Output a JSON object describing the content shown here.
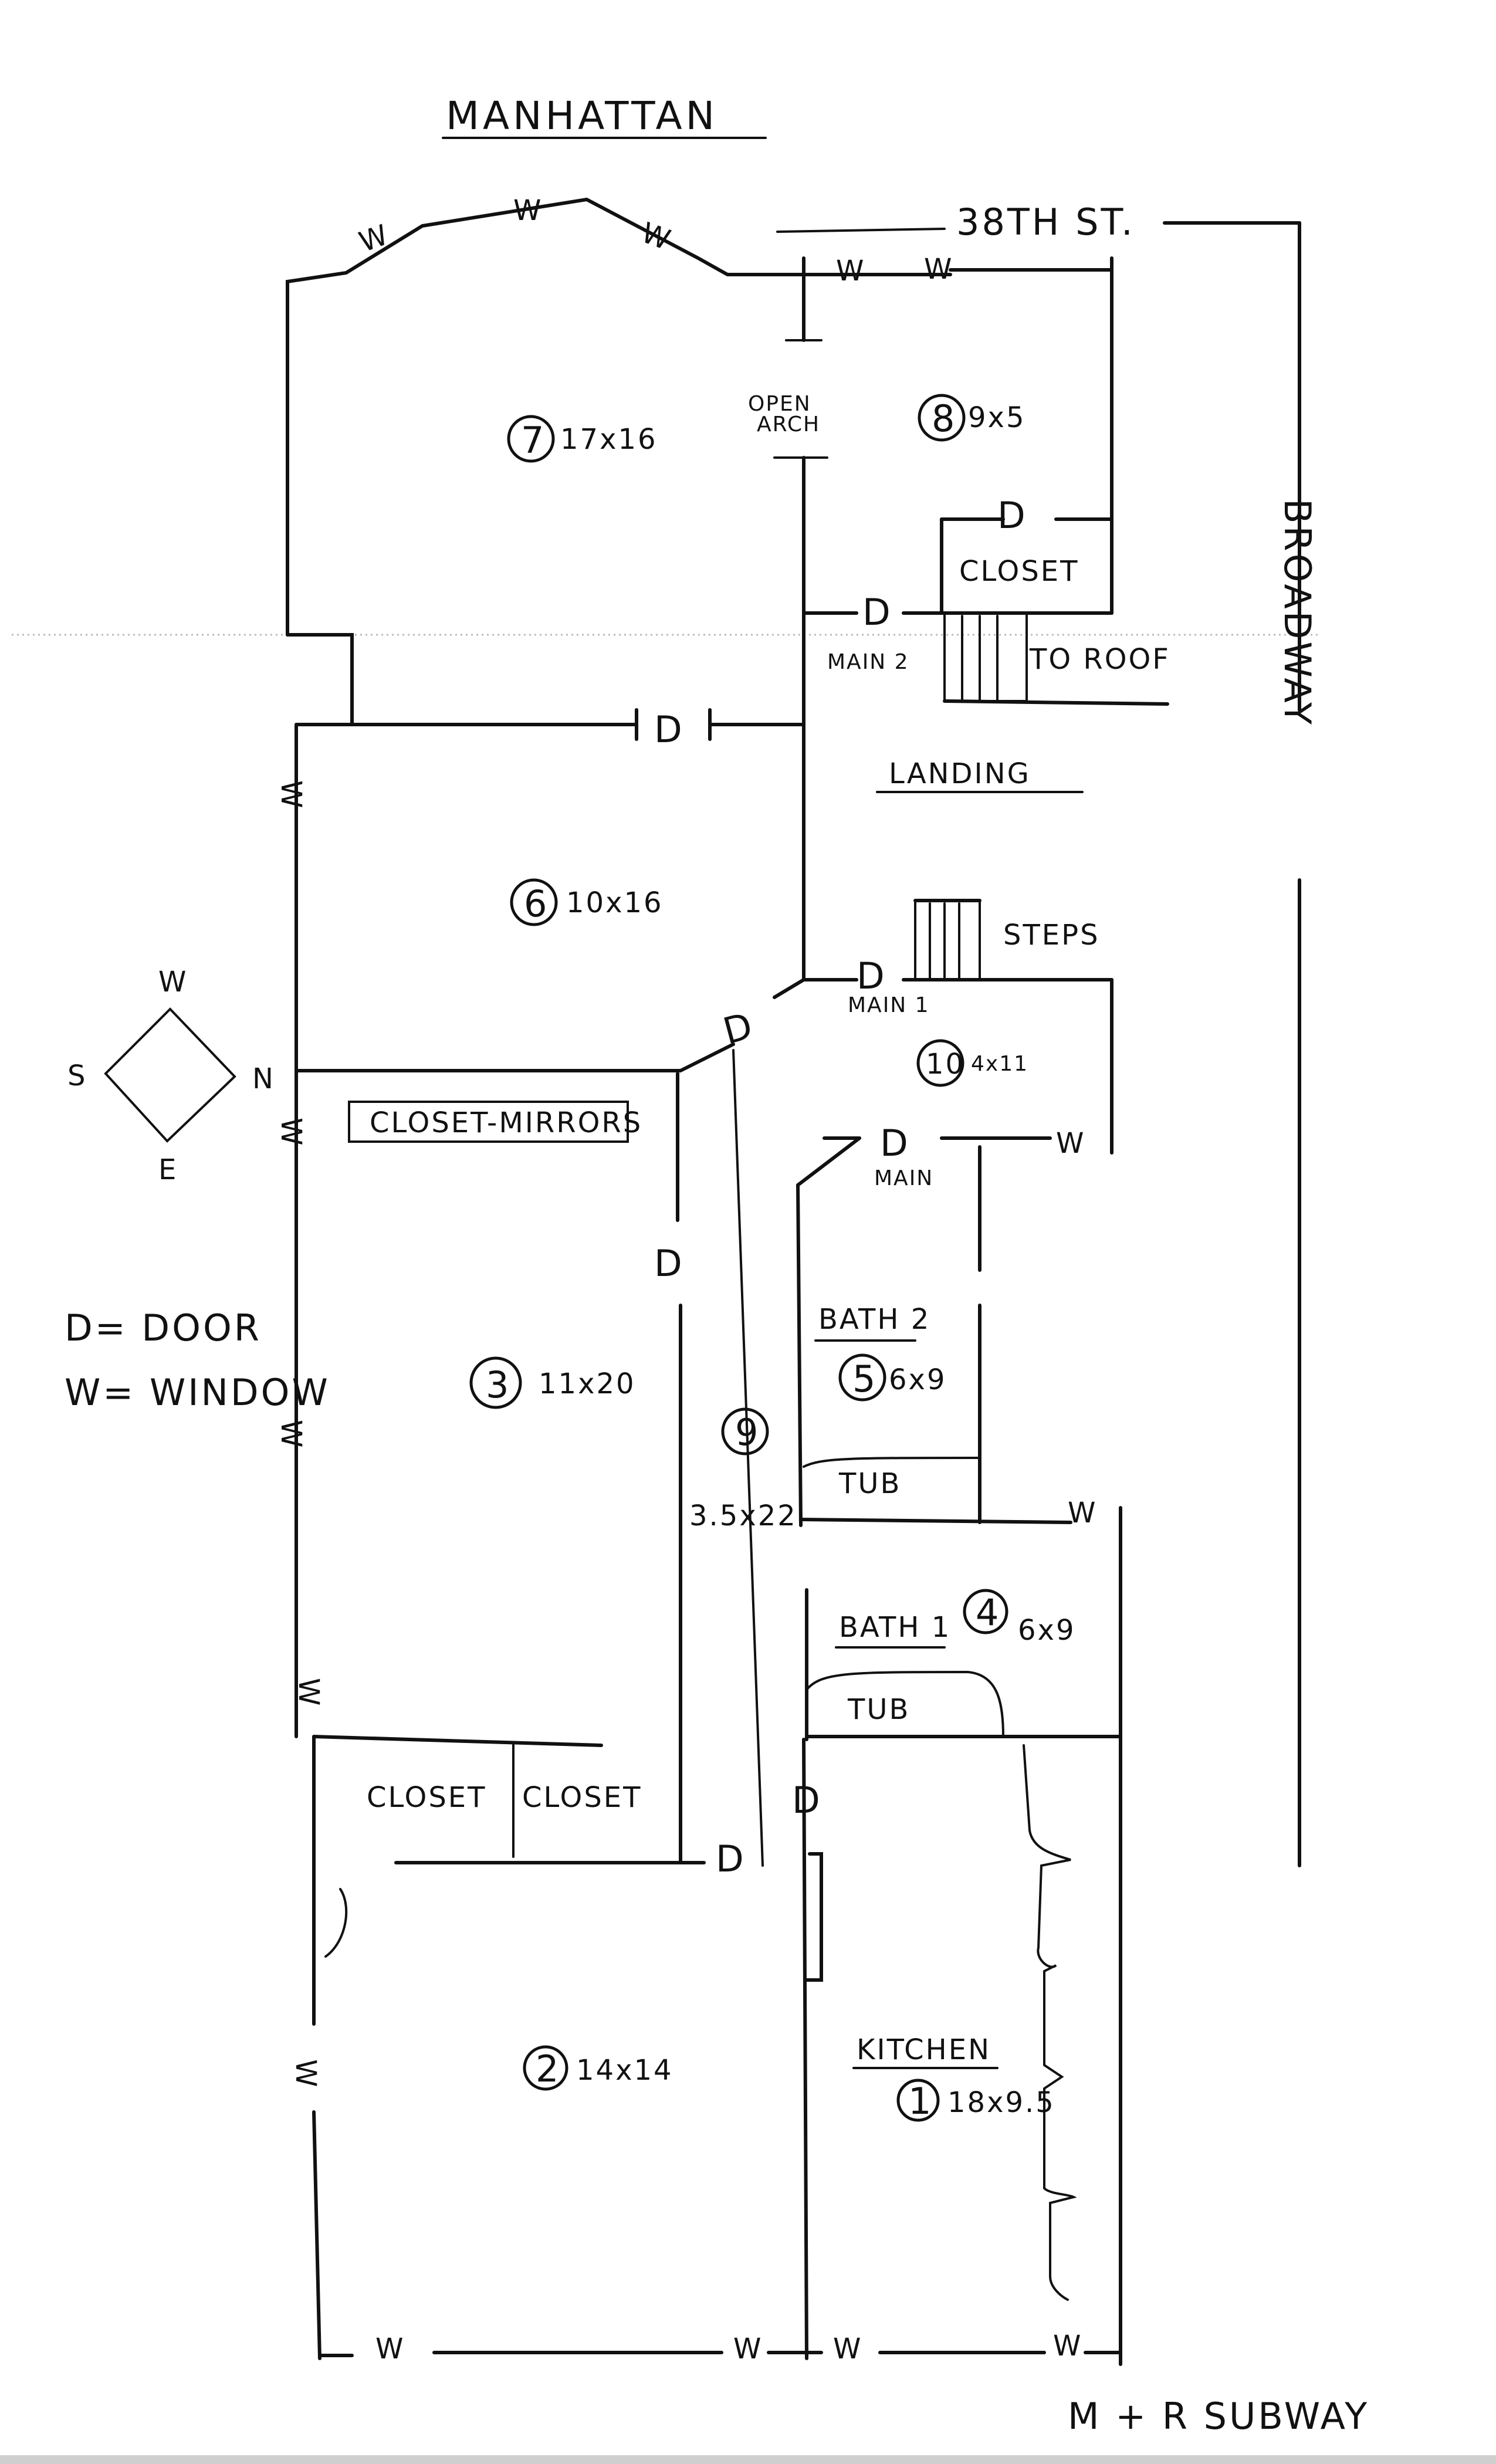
{
  "title": "MANHATTAN",
  "streets": {
    "north": "38TH ST.",
    "east": "BROADWAY",
    "subway": "M + R SUBWAY"
  },
  "compass": {
    "w": "W",
    "s": "S",
    "n": "N",
    "e": "E"
  },
  "legend": {
    "door": "D= DOOR",
    "window": "W= WINDOW"
  },
  "rooms": [
    {
      "num": "7",
      "size": "17x16"
    },
    {
      "num": "8",
      "size": "9x5"
    },
    {
      "num": "6",
      "size": "10x16"
    },
    {
      "num": "10",
      "size": "4x11"
    },
    {
      "num": "3",
      "size": "11x20"
    },
    {
      "num": "5",
      "size": "6x9"
    },
    {
      "num": "9",
      "size": "3.5x22"
    },
    {
      "num": "4",
      "size": "6x9"
    },
    {
      "num": "2",
      "size": "14x14"
    },
    {
      "num": "1",
      "size": "18x9.5"
    }
  ],
  "labels": {
    "open_arch": [
      "OPEN",
      "ARCH"
    ],
    "closet_top": "CLOSET",
    "to_roof": "TO ROOF",
    "main2": "MAIN 2",
    "landing": "LANDING",
    "steps": "STEPS",
    "main1": "MAIN 1",
    "main": "MAIN",
    "closet_mirrors": "CLOSET-MIRRORS",
    "bath2": "BATH 2",
    "tub": "TUB",
    "bath1": "BATH 1",
    "closet_a": "CLOSET",
    "closet_b": "CLOSET",
    "kitchen": "KITCHEN"
  },
  "marks": {
    "door": "D",
    "window": "W"
  }
}
